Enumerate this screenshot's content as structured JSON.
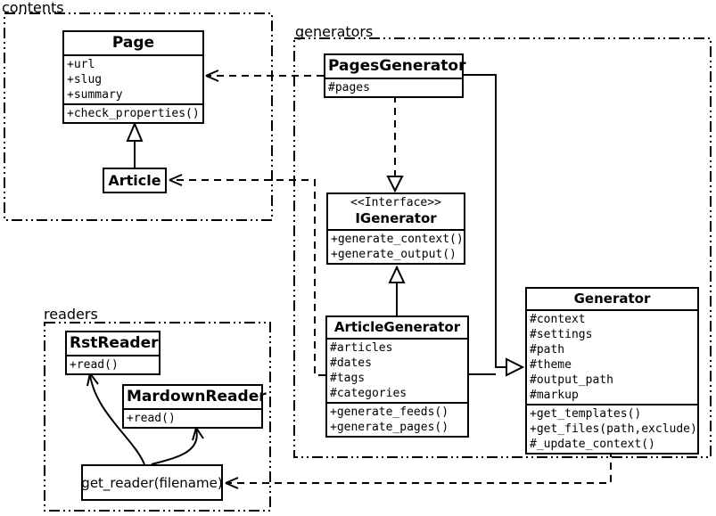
{
  "diagram": {
    "colors": {
      "line": "#000000",
      "background": "#ffffff",
      "box_fill": "#ffffff"
    },
    "packages": {
      "contents": {
        "label": "contents"
      },
      "generators": {
        "label": "generators"
      },
      "readers": {
        "label": "readers"
      }
    },
    "classes": {
      "page": {
        "name": "Page",
        "attributes": [
          "+url",
          "+slug",
          "+summary"
        ],
        "methods": [
          "+check_properties()"
        ]
      },
      "article": {
        "name": "Article"
      },
      "pages_generator": {
        "name": "PagesGenerator",
        "attributes": [
          "#pages"
        ]
      },
      "igenerator": {
        "stereotype": "<<Interface>>",
        "name": "IGenerator",
        "methods": [
          "+generate_context()",
          "+generate_output()"
        ]
      },
      "article_generator": {
        "name": "ArticleGenerator",
        "attributes": [
          "#articles",
          "#dates",
          "#tags",
          "#categories"
        ],
        "methods": [
          "+generate_feeds()",
          "+generate_pages()"
        ]
      },
      "generator": {
        "name": "Generator",
        "attributes": [
          "#context",
          "#settings",
          "#path",
          "#theme",
          "#output_path",
          "#markup"
        ],
        "methods": [
          "+get_templates()",
          "+get_files(path,exclude)",
          "#_update_context()"
        ]
      },
      "rst_reader": {
        "name": "RstReader",
        "methods": [
          "+read()"
        ]
      },
      "mardown_reader": {
        "name": "MardownReader",
        "methods": [
          "+read()"
        ]
      },
      "get_reader": {
        "name": "get_reader(filename)"
      }
    }
  }
}
